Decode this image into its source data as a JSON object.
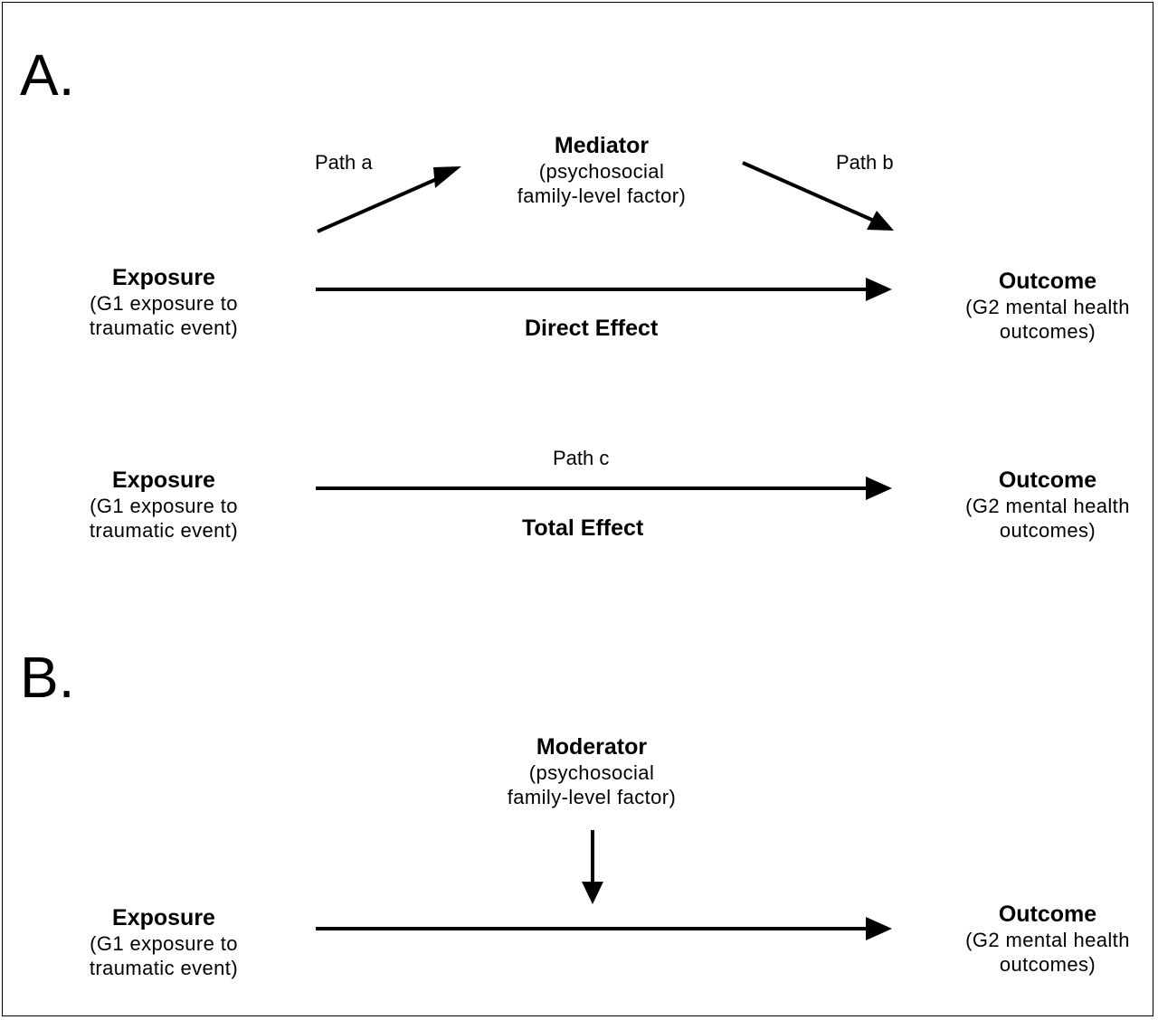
{
  "panels": {
    "a": {
      "label": "A.",
      "mediator": {
        "title": "Mediator",
        "subtitle_line1": "(psychosocial",
        "subtitle_line2": "family-level  factor)"
      },
      "path_a": "Path a",
      "path_b": "Path b",
      "exposure": {
        "title": "Exposure",
        "subtitle_line1": "(G1 exposure to",
        "subtitle_line2": "traumatic event)"
      },
      "outcome": {
        "title": "Outcome",
        "subtitle_line1": "(G2 mental health",
        "subtitle_line2": "outcomes)"
      },
      "direct_effect": "Direct Effect",
      "total": {
        "path_c": "Path c",
        "total_effect": "Total Effect",
        "exposure": {
          "title": "Exposure",
          "subtitle_line1": "(G1 exposure to",
          "subtitle_line2": "traumatic event)"
        },
        "outcome": {
          "title": "Outcome",
          "subtitle_line1": "(G2 mental health",
          "subtitle_line2": "outcomes)"
        }
      }
    },
    "b": {
      "label": "B.",
      "moderator": {
        "title": "Moderator",
        "subtitle_line1": "(psychosocial",
        "subtitle_line2": "family-level  factor)"
      },
      "exposure": {
        "title": "Exposure",
        "subtitle_line1": "(G1 exposure to",
        "subtitle_line2": "traumatic event)"
      },
      "outcome": {
        "title": "Outcome",
        "subtitle_line1": "(G2 mental health",
        "subtitle_line2": "outcomes)"
      }
    }
  }
}
